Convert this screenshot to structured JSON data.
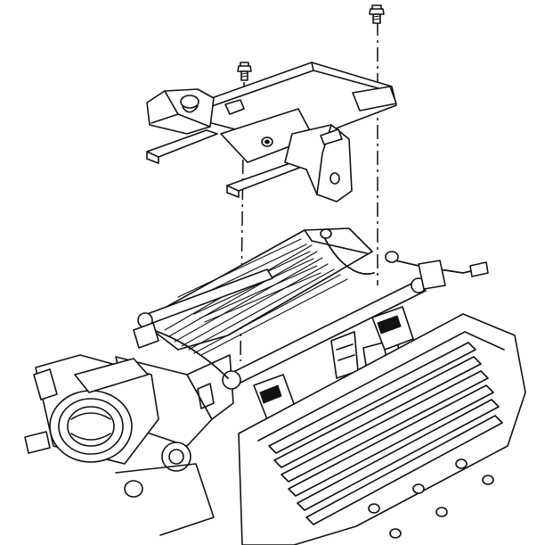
{
  "figure": {
    "kind": "exploded-assembly-line-drawing",
    "colors": {
      "ink": "#111111",
      "paper": "#ffffff"
    },
    "parts": [
      "bolt-left",
      "bolt-right",
      "mounting-bracket",
      "intake-manifold",
      "fuel-rail",
      "fuel-injectors",
      "throttle-body",
      "valve-cover"
    ],
    "alignment_lines": 2
  }
}
